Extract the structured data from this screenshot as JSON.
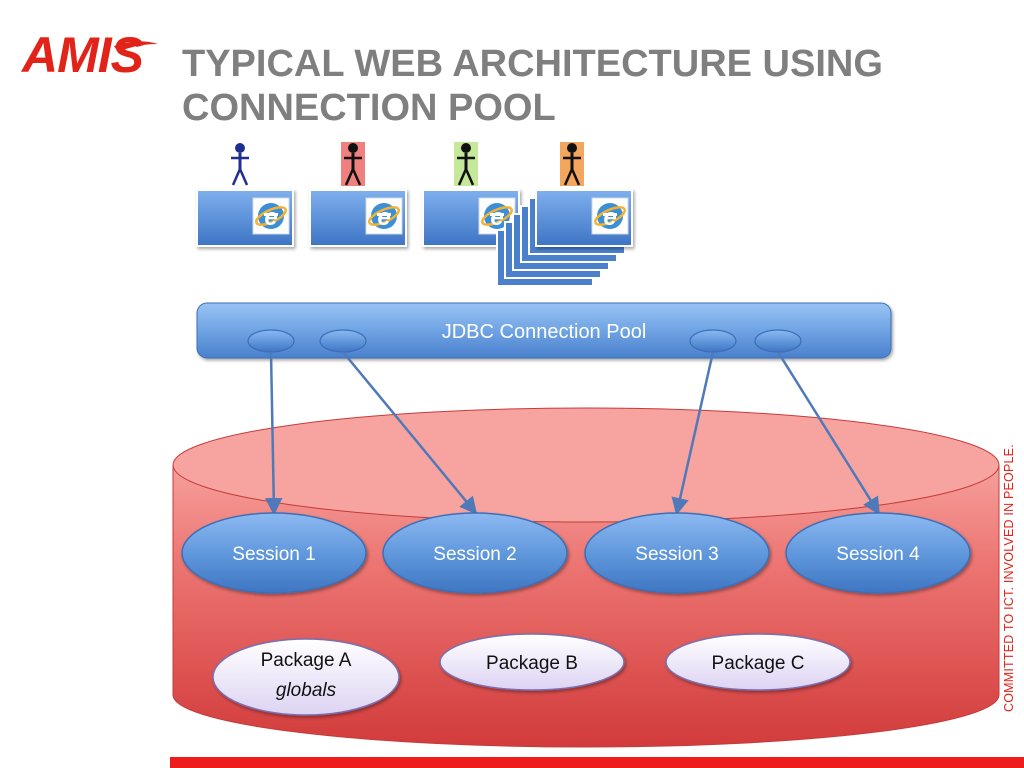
{
  "slide": {
    "logo_text": "AMIS",
    "title_lines": [
      "TYPICAL WEB ARCHITECTURE USING",
      "CONNECTION POOL"
    ],
    "side_text": "COMMITTED TO ICT. INVOLVED IN PEOPLE."
  },
  "diagram": {
    "users": [
      {
        "name": "user-1",
        "figure_color": "#1f2f8f",
        "bg": null
      },
      {
        "name": "user-2",
        "figure_color": "#111111",
        "bg": "#f08080"
      },
      {
        "name": "user-3",
        "figure_color": "#111111",
        "bg": "#c5e89a"
      },
      {
        "name": "user-4",
        "figure_color": "#111111",
        "bg": "#f2a65e"
      }
    ],
    "browser_icon": "internet-explorer-icon",
    "pool_label": "JDBC Connection Pool",
    "sessions": [
      "Session 1",
      "Session 2",
      "Session 3",
      "Session 4"
    ],
    "packages": [
      {
        "label": "Package A",
        "sublabel": "globals"
      },
      {
        "label": "Package B",
        "sublabel": ""
      },
      {
        "label": "Package C",
        "sublabel": ""
      }
    ],
    "connections": [
      {
        "from": 0,
        "to": 0
      },
      {
        "from": 1,
        "to": 1
      },
      {
        "from": 2,
        "to": 2
      },
      {
        "from": 3,
        "to": 3
      }
    ]
  },
  "colors": {
    "title": "#7f7f7f",
    "brand_red": "#e2231a",
    "blue_box": "#5b93d8",
    "database_red": "#e95d5a",
    "package_lavender": "#ece6f8"
  }
}
